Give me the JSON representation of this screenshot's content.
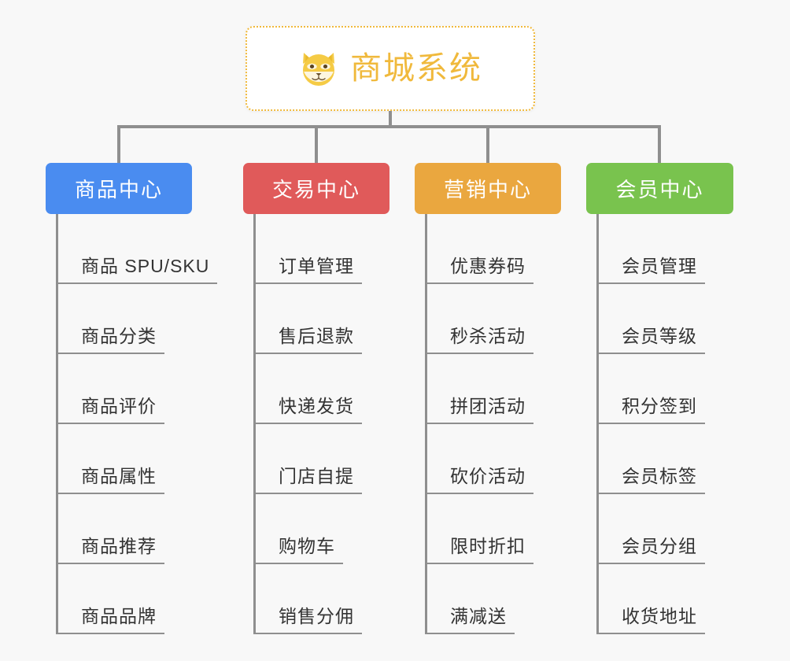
{
  "diagram": {
    "type": "org-chart",
    "background_color": "#f8f8f8",
    "root": {
      "title": "商城系统",
      "icon": "shiba-dog-face-icon",
      "text_color": "#f0b93c",
      "border_color": "#f0b93c",
      "background_color": "#ffffff"
    },
    "connector_color": "#8f8f8f",
    "categories": [
      {
        "label": "商品中心",
        "color": "#4a8cf0",
        "items": [
          "商品 SPU/SKU",
          "商品分类",
          "商品评价",
          "商品属性",
          "商品推荐",
          "商品品牌"
        ]
      },
      {
        "label": "交易中心",
        "color": "#e05a5a",
        "items": [
          "订单管理",
          "售后退款",
          "快递发货",
          "门店自提",
          "购物车",
          "销售分佣"
        ]
      },
      {
        "label": "营销中心",
        "color": "#eaa73f",
        "items": [
          "优惠券码",
          "秒杀活动",
          "拼团活动",
          "砍价活动",
          "限时折扣",
          "满减送"
        ]
      },
      {
        "label": "会员中心",
        "color": "#79c34e",
        "items": [
          "会员管理",
          "会员等级",
          "积分签到",
          "会员标签",
          "会员分组",
          "收货地址"
        ]
      }
    ]
  }
}
